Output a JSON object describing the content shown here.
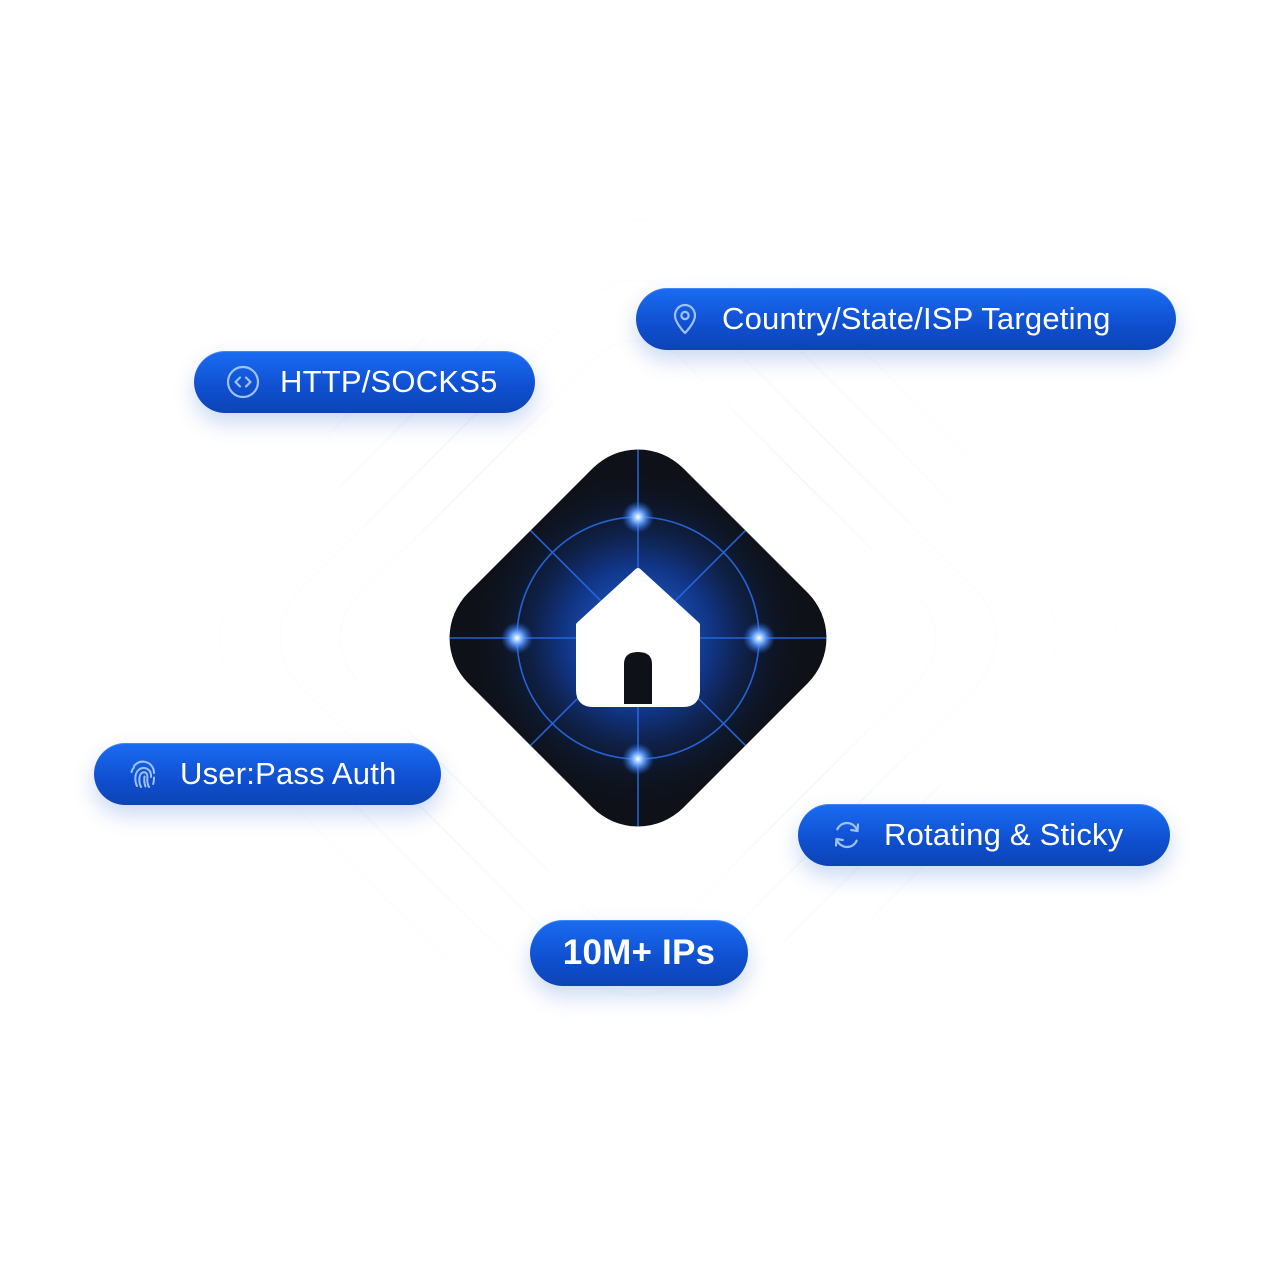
{
  "badges": {
    "country": {
      "label": "Country/State/ISP Targeting",
      "icon": "location-pin-icon"
    },
    "http": {
      "label": "HTTP/SOCKS5",
      "icon": "code-brackets-icon"
    },
    "auth": {
      "label": "User:Pass Auth",
      "icon": "fingerprint-icon"
    },
    "rotating": {
      "label": "Rotating & Sticky",
      "icon": "rotate-arrows-icon"
    },
    "ips": {
      "label": "10M+ IPs"
    }
  },
  "center_icon": "home-icon",
  "colors": {
    "accent": "#1a6cf2",
    "accent_dark": "#0c44b5",
    "tile": "#0e1118",
    "glow": "#1f6dff",
    "lines": "#c9dcfb"
  }
}
